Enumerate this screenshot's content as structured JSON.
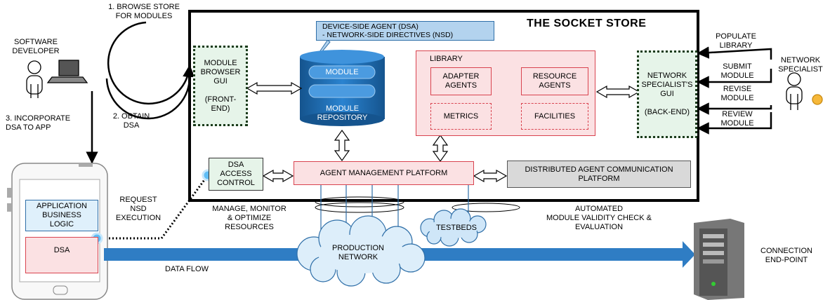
{
  "store_title": "THE SOCKET STORE",
  "developer": {
    "label": "SOFTWARE\nDEVELOPER"
  },
  "specialist": {
    "label": "NETWORK\nSPECIALIST"
  },
  "steps": {
    "browse": "1. BROWSE STORE\nFOR MODULES",
    "obtain": "2. OBTAIN\nDSA",
    "incorporate": "3. INCORPORATE\nDSA TO APP"
  },
  "module_browser": "MODULE\nBROWSER\nGUI\n\n(FRONT-\nEND)",
  "callout": "DEVICE-SIDE AGENT (DSA)\n- NETWORK-SIDE DIRECTIVES (NSD)",
  "repository": {
    "module_chip": "MODULE",
    "label": "MODULE\nREPOSITORY"
  },
  "library": {
    "title": "LIBRARY",
    "adapter": "ADAPTER\nAGENTS",
    "resource": "RESOURCE\nAGENTS",
    "metrics": "METRICS",
    "facilities": "FACILITIES"
  },
  "specialist_gui": "NETWORK\nSPECIALIST'S\nGUI\n\n(BACK-END)",
  "specialist_actions": {
    "populate": "POPULATE\nLIBRARY",
    "submit": "SUBMIT\nMODULE",
    "revise": "REVISE\nMODULE",
    "review": "REVIEW\nMODULE"
  },
  "dsa_access": "DSA\nACCESS\nCONTROL",
  "amp": "AGENT MANAGEMENT PLATFORM",
  "dacp": "DISTRIBUTED AGENT COMMUNICATION\nPLATFORM",
  "phone": {
    "app_logic": "APPLICATION\nBUSINESS\nLOGIC",
    "dsa": "DSA"
  },
  "request_nsd": "REQUEST\nNSD\nEXECUTION",
  "manage": "MANAGE, MONITOR\n& OPTIMIZE\nRESOURCES",
  "automated": "AUTOMATED\nMODULE VALIDITY CHECK &\nEVALUATION",
  "testbeds": "TESTBEDS",
  "production": "PRODUCTION\nNETWORK",
  "data_flow": "DATA FLOW",
  "endpoint": "CONNECTION\nEND-POINT",
  "colors": {
    "green_fill": "#e6f4e9",
    "pink_fill": "#fbe1e3",
    "pink_border": "#d9434f",
    "repo_blue": "#1d6fb8",
    "flow_blue": "#2f7dc4",
    "gray_fill": "#d9d9d9",
    "cloud_fill": "#ddeefa"
  }
}
